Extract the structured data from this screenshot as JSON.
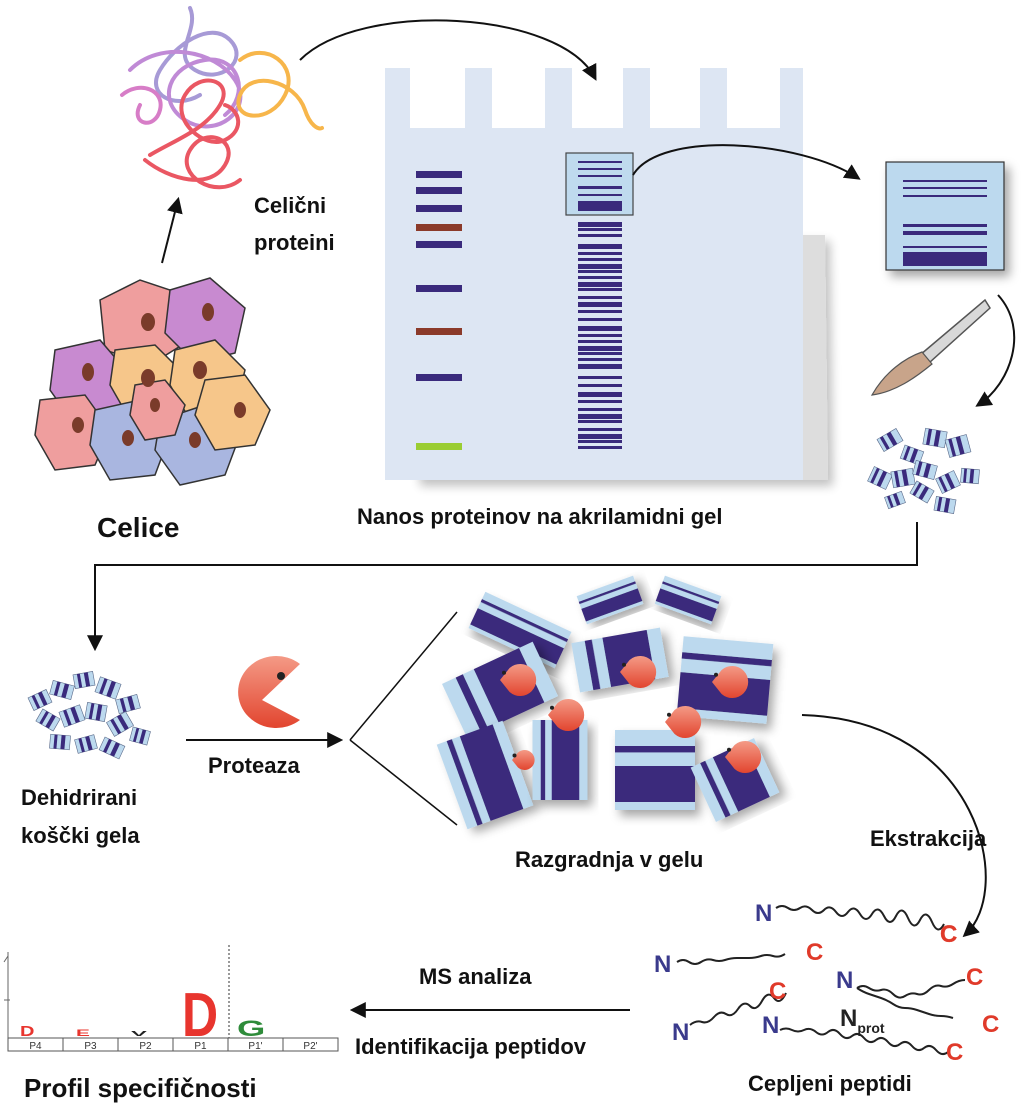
{
  "labels": {
    "celicni_proteini_line1": "Celični",
    "celicni_proteini_line2": "proteini",
    "celice": "Celice",
    "nanos": "Nanos proteinov na akrilamidni gel",
    "dehidrirani_line1": "Dehidrirani",
    "dehidrirani_line2": "koščki gela",
    "proteaza": "Proteaza",
    "razgradnja": "Razgradnja v gelu",
    "ekstrakcija": "Ekstrakcija",
    "ms_analiza": "MS analiza",
    "identifikacija": "Identifikacija peptidov",
    "cepljeni": "Cepljeni peptidi",
    "profil": "Profil specifičnosti"
  },
  "peptides": {
    "n_terminus": "N",
    "c_terminus": "C",
    "n_prot": "N",
    "n_prot_sub": "prot"
  },
  "specificity_logo": {
    "positions": [
      "P4",
      "P3",
      "P2",
      "P1",
      "P1'",
      "P2'"
    ],
    "letters": [
      {
        "text": "D",
        "color": "#e8352e"
      },
      {
        "text": "E",
        "color": "#e8352e"
      },
      {
        "text": "V",
        "color": "#222222"
      },
      {
        "text": "D",
        "color": "#e8352e"
      },
      {
        "text": "G",
        "color": "#2e8b3a"
      }
    ]
  },
  "colors": {
    "gel": "#dde6f3",
    "band": "#3a2a7c",
    "band_brown": "#8b3a2a",
    "band_green": "#9acd32",
    "gel_piece": "#bcd9ee",
    "pacman": "#ec6a55",
    "n_color": "#3a3a8c",
    "c_color": "#e03a2a"
  }
}
